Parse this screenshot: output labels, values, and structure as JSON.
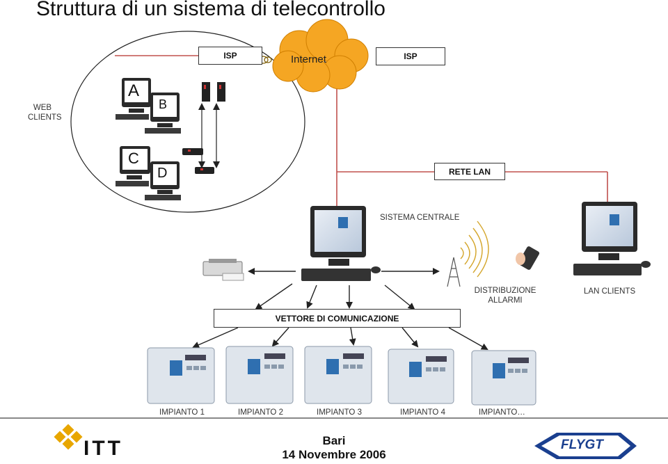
{
  "slide_title": "Struttura di un sistema di telecontrollo",
  "internet": {
    "cloud_label": "Internet",
    "isp_left": "ISP",
    "isp_right": "ISP"
  },
  "web_clients": {
    "label_line1": "WEB",
    "label_line2": "CLIENTS",
    "monitors": [
      "A",
      "B",
      "C",
      "D"
    ]
  },
  "rete_lan_label": "RETE LAN",
  "sistema_centrale_label": "SISTEMA CENTRALE",
  "distribuzione_allarmi": {
    "line1": "DISTRIBUZIONE",
    "line2": "ALLARMI"
  },
  "lan_clients_label": "LAN CLIENTS",
  "vettore_label": "VETTORE DI COMUNICAZIONE",
  "impianti": [
    "IMPIANTO 1",
    "IMPIANTO 2",
    "IMPIANTO 3",
    "IMPIANTO 4",
    "IMPIANTO…"
  ],
  "footer": {
    "itt_logo": "ITT",
    "city": "Bari",
    "date": "14 Novembre 2006",
    "flygt_logo": "FLYGT"
  },
  "colors": {
    "lan_line": "#c0504d",
    "cloud": "#f5a623",
    "arrow": "#222222"
  }
}
